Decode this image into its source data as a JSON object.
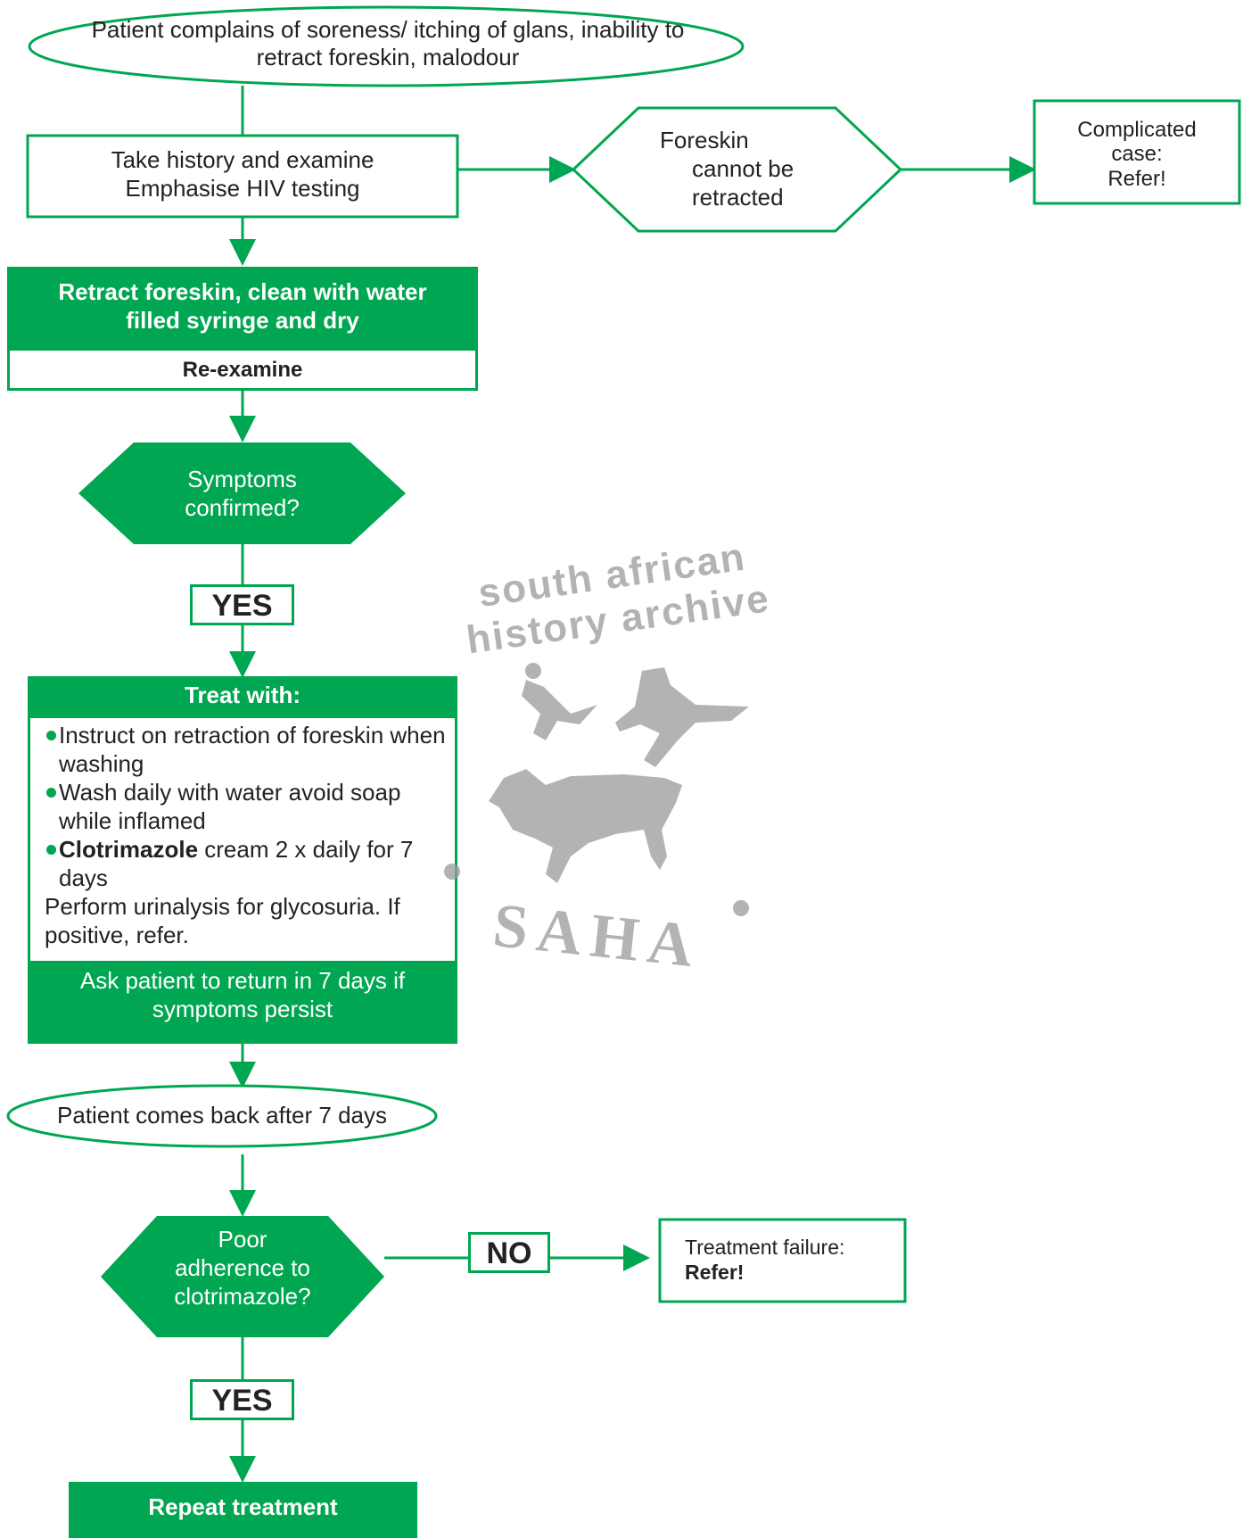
{
  "colors": {
    "accent_green": "#00a651",
    "text_dark": "#222222",
    "watermark_grey": "#9a9a9a"
  },
  "start": {
    "text": "Patient complains of soreness/ itching of glans, inability to retract foreskin, malodour"
  },
  "history": {
    "line1": "Take history and examine",
    "line2": "Emphasise HIV testing"
  },
  "foreskin_check": {
    "line1": "Foreskin",
    "line2": "cannot be",
    "line3": "retracted"
  },
  "complicated": {
    "line1": "Complicated",
    "line2": "case:",
    "line3": "Refer!"
  },
  "retract": {
    "line1": "Retract foreskin, clean with water",
    "line2": "filled syringe and dry",
    "reexamine": "Re-examine"
  },
  "symptoms": {
    "line1": "Symptoms",
    "line2": "confirmed?"
  },
  "yes1": "YES",
  "treat": {
    "header": "Treat with:",
    "item1": "Instruct on retraction of foreskin when washing",
    "item2": "Wash daily with water avoid soap while inflamed",
    "item3_bold": "Clotrimazole",
    "item3_rest": " cream 2 x daily for 7 days",
    "urinalysis": "Perform urinalysis for glycosuria. If positive, refer.",
    "footer_line1": "Ask patient to return in 7 days if",
    "footer_line2": "symptoms persist"
  },
  "comeback": {
    "text": "Patient comes back after 7 days"
  },
  "adherence": {
    "line1": "Poor",
    "line2": "adherence to",
    "line3": "clotrimazole?"
  },
  "no_label": "NO",
  "failure": {
    "line1": "Treatment failure:",
    "line2": "Refer!"
  },
  "yes2": "YES",
  "repeat": {
    "text": "Repeat treatment"
  },
  "watermark": {
    "text": "south african history archive",
    "abbrev": "SAHA",
    "icon": "rock-art-figures"
  }
}
